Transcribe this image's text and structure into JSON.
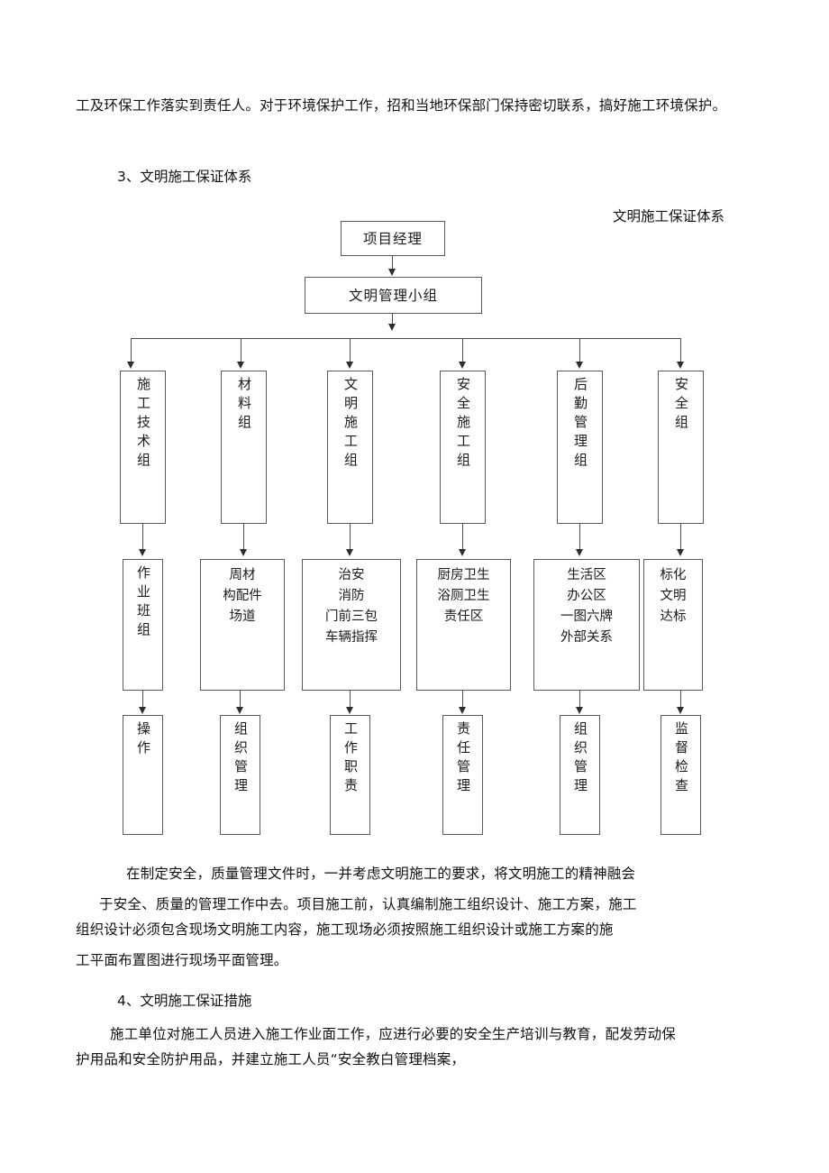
{
  "document": {
    "paragraphs": {
      "p1": "工及环保工作落实到责任人。对于环境保护工作，招和当地环保部门保持密切联系，搞好施工环境保护。",
      "h3": "3、文明施工保证体系",
      "p2_line1": "在制定安全，质量管理文件时，一并考虑文明施工的要求，将文明施工的精神融会",
      "p2_line2": "于安全、质量的管理工作中去。项目施工前，认真编制施工组织设计、施工方案，施工",
      "p2_line3": "组织设计必须包含现场文明施工内容，施工现场必须按照施工组织设计或施工方案的施",
      "p2_line4": "工平面布置图进行现场平面管理。",
      "h4": "4、文明施工保证措施",
      "p3_line1": "施工单位对施工人员进入施工作业面工作，应进行必要的安全生产培训与教育，配发劳动保",
      "p3_line2": "护用品和安全防护用品，并建立施工人员“安全教白管理档案，"
    }
  },
  "chart_data": {
    "type": "diagram",
    "title": "文明施工保证体系",
    "orientation": "top-down organizational tree",
    "nodes": {
      "root": "项目经理",
      "level2": "文明管理小组",
      "level3": [
        "施工技术组",
        "材料组",
        "文明施工组",
        "安全施工组",
        "后勤管理组",
        "安全组"
      ],
      "level4": [
        "作业班组",
        "周材\n构配件\n场道",
        "治安\n消防\n门前三包\n车辆指挥",
        "厨房卫生\n浴厕卫生\n责任区",
        "生活区\n办公区\n一图六牌\n外部关系",
        "标化\n文明\n达标"
      ],
      "level5": [
        "操作",
        "组织管理",
        "工作职责",
        "责任管理",
        "组织管理",
        "监督检查"
      ]
    },
    "edges": [
      {
        "from": "项目经理",
        "to": "文明管理小组"
      },
      {
        "from": "文明管理小组",
        "to": "施工技术组"
      },
      {
        "from": "文明管理小组",
        "to": "材料组"
      },
      {
        "from": "文明管理小组",
        "to": "文明施工组"
      },
      {
        "from": "文明管理小组",
        "to": "安全施工组"
      },
      {
        "from": "文明管理小组",
        "to": "后勤管理组"
      },
      {
        "from": "文明管理小组",
        "to": "安全组"
      },
      {
        "from": "施工技术组",
        "to": "作业班组"
      },
      {
        "from": "材料组",
        "to": "周材 构配件 场道"
      },
      {
        "from": "文明施工组",
        "to": "治安 消防 门前三包 车辆指挥"
      },
      {
        "from": "安全施工组",
        "to": "厨房卫生 浴厕卫生 责任区"
      },
      {
        "from": "后勤管理组",
        "to": "生活区 办公区 一图六牌 外部关系"
      },
      {
        "from": "安全组",
        "to": "标化 文明 达标"
      },
      {
        "from": "作业班组",
        "to": "操作"
      },
      {
        "from": "周材 构配件 场道",
        "to": "组织管理"
      },
      {
        "from": "治安 消防 门前三包 车辆指挥",
        "to": "工作职责"
      },
      {
        "from": "厨房卫生 浴厕卫生 责任区",
        "to": "责任管理"
      },
      {
        "from": "生活区 办公区 一图六牌 外部关系",
        "to": "组织管理"
      },
      {
        "from": "标化 文明 达标",
        "to": "监督检查"
      }
    ],
    "colors": {
      "box_border": "#5a5a5a",
      "connector": "#4a4a4a",
      "background": "#ffffff",
      "text": "#1a1a1a"
    }
  }
}
